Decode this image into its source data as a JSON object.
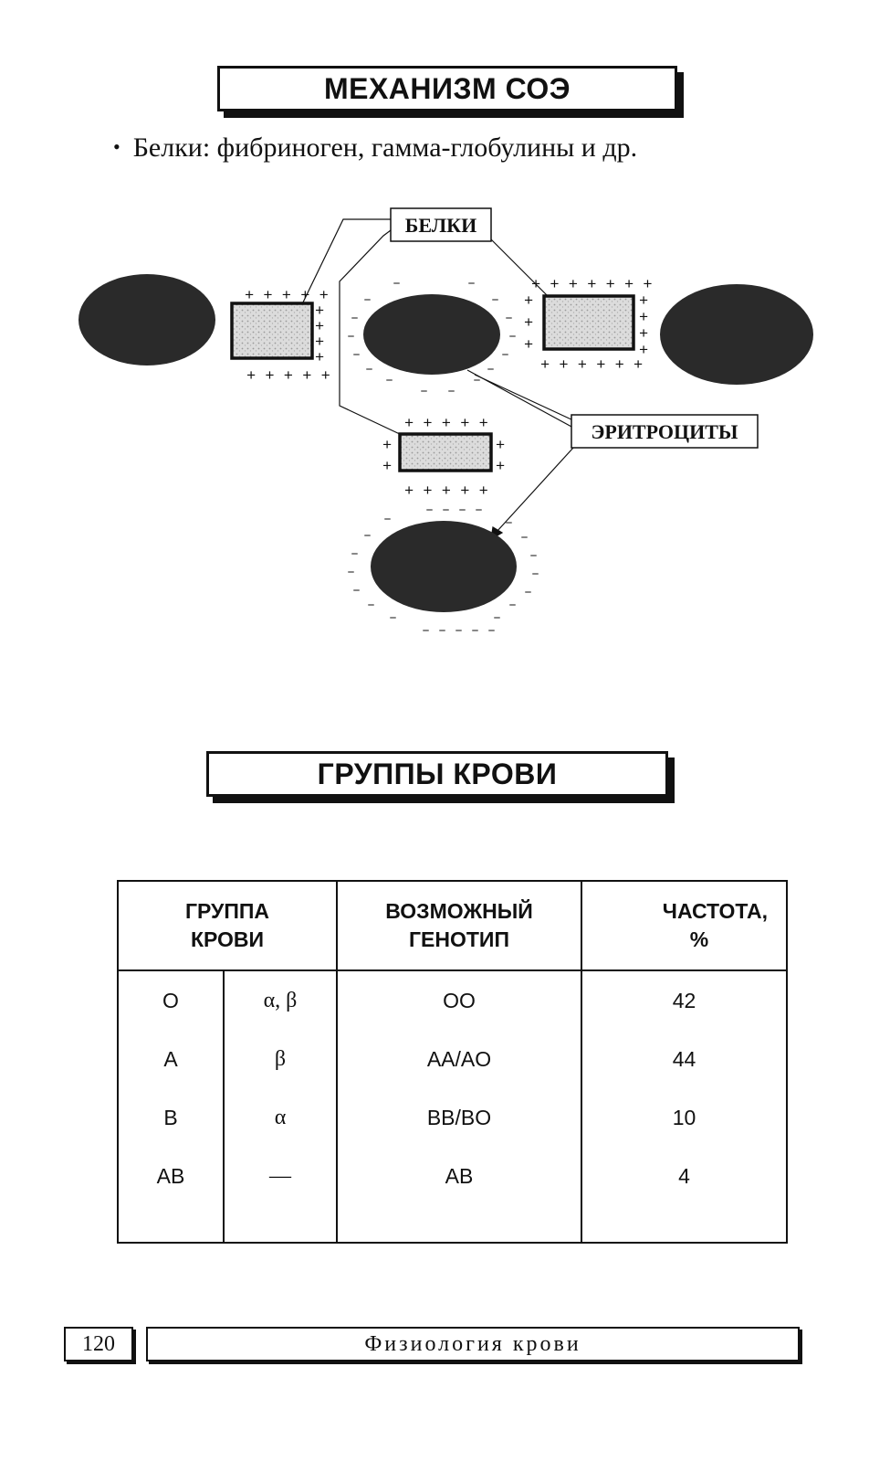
{
  "section1": {
    "title": "МЕХАНИЗМ СОЭ",
    "bullet_marker": "•",
    "bullet_text": "Белки: фибриноген, гамма-глобулины и др."
  },
  "diagram": {
    "label_proteins": "БЕЛКИ",
    "label_erythrocytes": "ЭРИТРОЦИТЫ"
  },
  "section2": {
    "title": "ГРУППЫ КРОВИ"
  },
  "table": {
    "headers": {
      "group_line1": "ГРУППА",
      "group_line2": "КРОВИ",
      "genotype_line1": "ВОЗМОЖНЫЙ",
      "genotype_line2": "ГЕНОТИП",
      "freq_line1": "ЧАСТОТА,",
      "freq_line2": "%"
    },
    "rows": [
      {
        "group": "O",
        "antibodies": "α, β",
        "genotype": "OO",
        "frequency": "42"
      },
      {
        "group": "A",
        "antibodies": "β",
        "genotype": "AA/AO",
        "frequency": "44"
      },
      {
        "group": "B",
        "antibodies": "α",
        "genotype": "BB/BO",
        "frequency": "10"
      },
      {
        "group": "AB",
        "antibodies": "—",
        "genotype": "AB",
        "frequency": "4"
      }
    ]
  },
  "footer": {
    "page_number": "120",
    "chapter": "Физиология крови"
  },
  "colors": {
    "ink": "#111111",
    "cell_fill": "#2a2a2a",
    "protein_fill": "#d8d8d8"
  }
}
